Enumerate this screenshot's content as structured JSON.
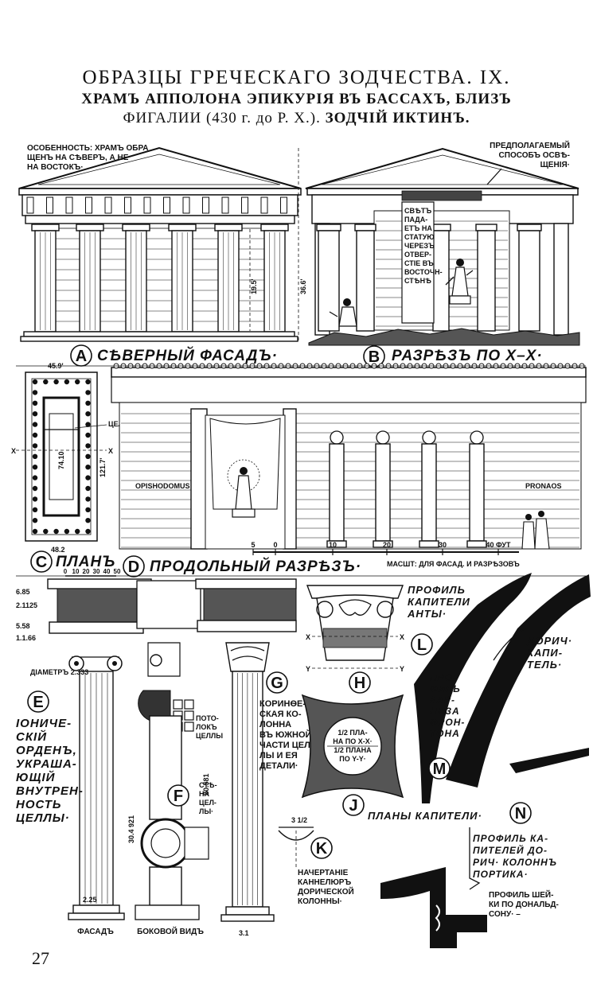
{
  "header": {
    "title": "ОБРАЗЦЫ ГРЕЧЕСКАГО ЗОДЧЕСТВА. IX.",
    "subtitle1": "ХРАМЪ АППОЛОНА ЭПИКУРІЯ ВЪ БАССАХЪ, БЛИЗЪ",
    "subtitle2a": "ФИГАЛИИ (430 г. до Р. Х.).",
    "subtitle2b": " ЗОДЧІЙ ИКТИНЪ."
  },
  "panel_a": {
    "letter": "A",
    "caption": "СѢВЕРНЫЙ ФАСАДЪ·",
    "note_lines": [
      "ОСОБЕННОСТЬ: ХРАМЪ ОБРА",
      "ЩЕНЪ НА СѢВЕРЪ, А НЕ",
      "НА ВОСТОКЪ·"
    ],
    "dim_column": "19.5'",
    "dim_height": "36.6'"
  },
  "panel_b": {
    "letter": "B",
    "caption": "РАЗРѢЗЪ ПО X–X·",
    "note_lines": [
      "ПРЕДПОЛАГАЕМЫЙ",
      "СПОСОБЪ ОСВѢ-",
      "ЩЕНІЯ·"
    ],
    "light_lines": [
      "СВѢТЪ",
      "ПАДА-",
      "ЕТЪ НА",
      "СТАТУЮ",
      "ЧЕРЕЗЪ",
      "ОТВЕР-",
      "СТІЕ ВЪ",
      "ВОСТОЧН-",
      "СТѢНѢ"
    ]
  },
  "panel_c": {
    "letter": "C",
    "caption": "ПЛАНЪ",
    "dim_top": "45.9'",
    "dim_bottom": "48.2",
    "dim_side": "121.7'",
    "dim_inner": "74.10",
    "axis_mark": "X",
    "cella_label": "ЦЕЛЛА"
  },
  "panel_d": {
    "letter": "D",
    "caption": "ПРОДОЛЬНЫЙ РАЗРѢЗЪ·",
    "label_left": "OPISHODOMUS",
    "label_right": "PRONAOS",
    "scale_marks": [
      "5",
      "0",
      "10",
      "20",
      "30",
      "40 ФУТ"
    ],
    "scale_note": "МАСШТ: ДЛЯ ФАСАД. И РАЗРѢЗОВЪ",
    "small_scale": [
      "0",
      "10",
      "20",
      "30",
      "40",
      "50"
    ]
  },
  "panel_e": {
    "letter": "E",
    "caption_lines": [
      "ІОНИЧЕ-",
      "СКІЙ",
      "ОРДЕНЪ,",
      "УКРАША-",
      "ЮЩІЙ",
      "ВНУТРЕН-",
      "НОСТЬ",
      "ЦЕЛЛЫ·"
    ],
    "diameter_note": "ДІАМЕТРЪ 2.333",
    "dims": [
      "6.85",
      "2.1125",
      "5.58",
      "1.1.66"
    ],
    "height_dim": "30.4 921",
    "base_dim": "2.25",
    "view_front": "ФАСАДЪ",
    "view_side": "БОКОВОЙ ВИДЪ"
  },
  "panel_f": {
    "letter": "F",
    "ceiling_lines": [
      "ПОТО-",
      "ЛОКЪ",
      "ЦЕЛЛЫ"
    ],
    "wall_lines": [
      "СТѢ-",
      "НА",
      "ЦЕЛ-",
      "ЛЫ·"
    ]
  },
  "panel_g": {
    "letter": "G",
    "caption_lines": [
      "КОРИНѲЕ-",
      "СКАЯ КО-",
      "ЛОННА",
      "ВЪ ЮЖНОЙ",
      "ЧАСТИ ЦЕЛ-",
      "ЛЫ И ЕЯ",
      "ДЕТАЛИ·"
    ],
    "height_dim": "20.581",
    "base_dim": "3.1"
  },
  "panel_h": {
    "letter": "H",
    "axis_x": "X",
    "axis_y": "Y"
  },
  "panel_j": {
    "letter": "J",
    "caption": "ПЛАНЫ КАПИТЕЛИ·",
    "plan_lines": [
      "1/2 ПЛА-",
      "НА ПО X-X·",
      "1/2 ПЛАНА",
      "ПО Y-Y·"
    ]
  },
  "panel_k": {
    "letter": "K",
    "dim": "3 1/2",
    "caption_lines": [
      "НАЧЕРТАНІЕ",
      "КАННЕЛЮРЪ",
      "ДОРИЧЕСКОЙ",
      "КОЛОННЫ·"
    ]
  },
  "panel_l": {
    "letter": "L",
    "caption_lines": [
      "ПРОФИЛЬ",
      "КАПИТЕЛИ",
      "АНТЫ·"
    ],
    "doric_lines": [
      "ДОРИЧ·",
      "КАПИ-",
      "ТЕЛЬ·"
    ]
  },
  "panel_m": {
    "letter": "M",
    "caption_lines": [
      "ПРО-",
      "ФИЛЬ",
      "КАР-",
      "НИЗА",
      "ФРОН-",
      "ТОНА"
    ]
  },
  "panel_n": {
    "letter": "N",
    "caption_lines": [
      "ПРОФИЛЬ КА-",
      "ПИТЕЛЕЙ ДО-",
      "РИЧ· КОЛОННЪ",
      "ПОРТИКА·"
    ],
    "necking_lines": [
      "ПРОФИЛЬ ШЕЙ-",
      "КИ ПО ДОНАЛЬД-",
      "СОНУ· –"
    ]
  },
  "page_number": "27"
}
